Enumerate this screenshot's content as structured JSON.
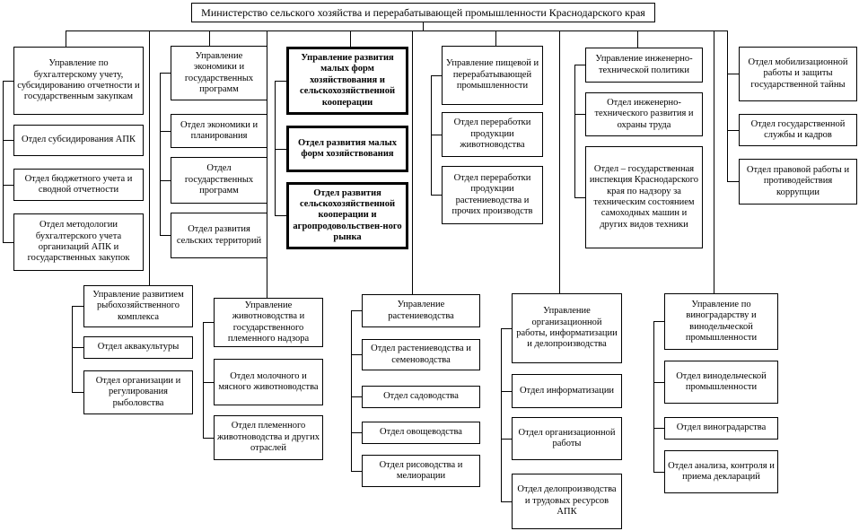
{
  "title": "Министерство сельского хозяйства и перерабатывающей промышленности  Краснодарского края",
  "colors": {
    "line": "#000000",
    "box_bg": "#ffffff",
    "page_bg": "#ffffff",
    "text": "#000000"
  },
  "top_row": [
    {
      "header": "Управление по бухгалтерскому учету, субсидированию отчетности и государственным закупкам",
      "items": [
        "Отдел субсидирования АПК",
        "Отдел бюджетного учета и сводной отчетности",
        "Отдел методологии бухгалтерского учета организаций АПК и государственных закупок"
      ]
    },
    {
      "header": "Управление экономики и государственных программ",
      "items": [
        "Отдел экономики и планирования",
        "Отдел государственных программ",
        "Отдел развития сельских территорий"
      ]
    },
    {
      "header": "Управление развития малых форм хозяйствования и сельскохозяйственной кооперации",
      "emphasis": true,
      "items": [
        "Отдел развития малых форм хозяйствования",
        "Отдел развития сельскохозяйственной кооперации и агропродовольствен-ного рынка"
      ]
    },
    {
      "header": "Управление пищевой и перерабатывающей промышленности",
      "items": [
        "Отдел переработки продукции животноводства",
        "Отдел переработки продукции растениеводства и прочих производств"
      ]
    },
    {
      "header": "Управление инженерно-технической политики",
      "items": [
        "Отдел инженерно-технического развития и охраны труда",
        "Отдел – государственная инспекция Краснодарского края по надзору за техническим состоянием самоходных машин и других видов техники"
      ]
    },
    {
      "header": "Отдел мобилизационной работы и защиты государственной тайны",
      "items": [
        "Отдел государственной службы и кадров",
        "Отдел правовой работы и противодействия коррупции"
      ]
    }
  ],
  "bottom_row": [
    {
      "header": "Управление развитием рыбохозяйственного комплекса",
      "items": [
        "Отдел аквакультуры",
        "Отдел организации и регулирования рыболовства"
      ]
    },
    {
      "header": "Управление животноводства и государственного племенного надзора",
      "items": [
        "Отдел молочного и мясного животноводства",
        "Отдел племенного животноводства и других отраслей"
      ]
    },
    {
      "header": "Управление растениеводства",
      "items": [
        "Отдел растениеводства и семеноводства",
        "Отдел садоводства",
        "Отдел овощеводства",
        "Отдел рисоводства и мелиорации"
      ]
    },
    {
      "header": "Управление организационной работы, информатизации и делопроизводства",
      "items": [
        "Отдел информатизации",
        "Отдел организационной работы",
        "Отдел делопроизводства и трудовых ресурсов АПК"
      ]
    },
    {
      "header": "Управление по виноградарству и винодельческой промышленности",
      "items": [
        "Отдел винодельческой промышленности",
        "Отдел виноградарства",
        "Отдел анализа, контроля и приема деклараций"
      ]
    }
  ]
}
